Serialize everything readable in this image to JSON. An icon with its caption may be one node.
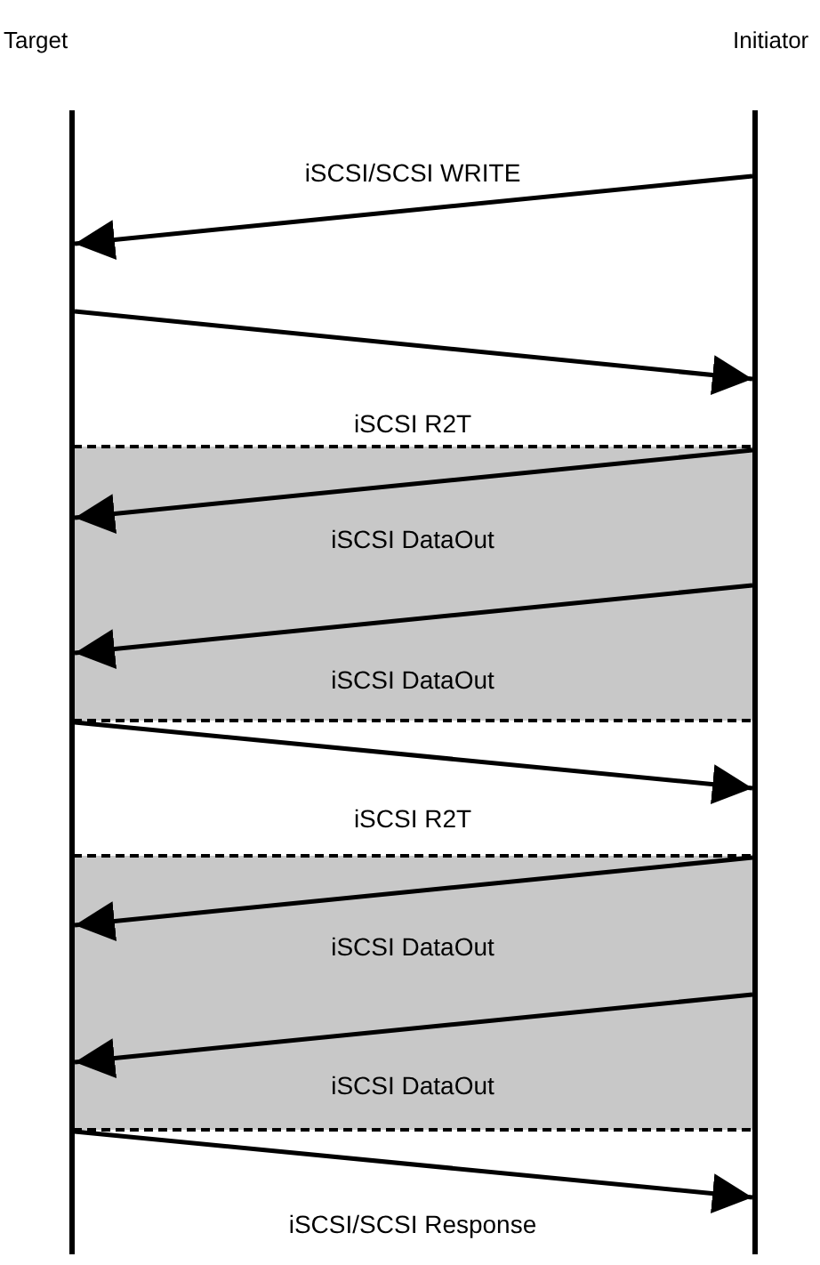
{
  "diagram": {
    "nodes": [
      {
        "text": [
          "Target"
        ]
      },
      {
        "text": [
          "Initiator"
        ]
      }
    ],
    "edges": [
      {
        "from": 1,
        "to": 0,
        "arrow": "to",
        "label": "iSCSI/SCSI WRITE"
      },
      {
        "from": 0,
        "to": 1,
        "arrow": "to",
        "label": "iSCSI R2T"
      },
      {
        "from": 1,
        "to": 0,
        "arrow": "to",
        "label": "iSCSI DataOut"
      },
      {
        "from": 1,
        "to": 0,
        "arrow": "to",
        "label": "iSCSI DataOut"
      },
      {
        "from": 0,
        "to": 1,
        "arrow": "to",
        "label": "iSCSI R2T"
      },
      {
        "from": 1,
        "to": 0,
        "arrow": "to",
        "label": "iSCSI DataOut"
      },
      {
        "from": 1,
        "to": 0,
        "arrow": "to",
        "label": "iSCSI DataOut"
      },
      {
        "from": 0,
        "to": 1,
        "arrow": "to",
        "label": "iSCSI/SCSI Response"
      }
    ]
  }
}
